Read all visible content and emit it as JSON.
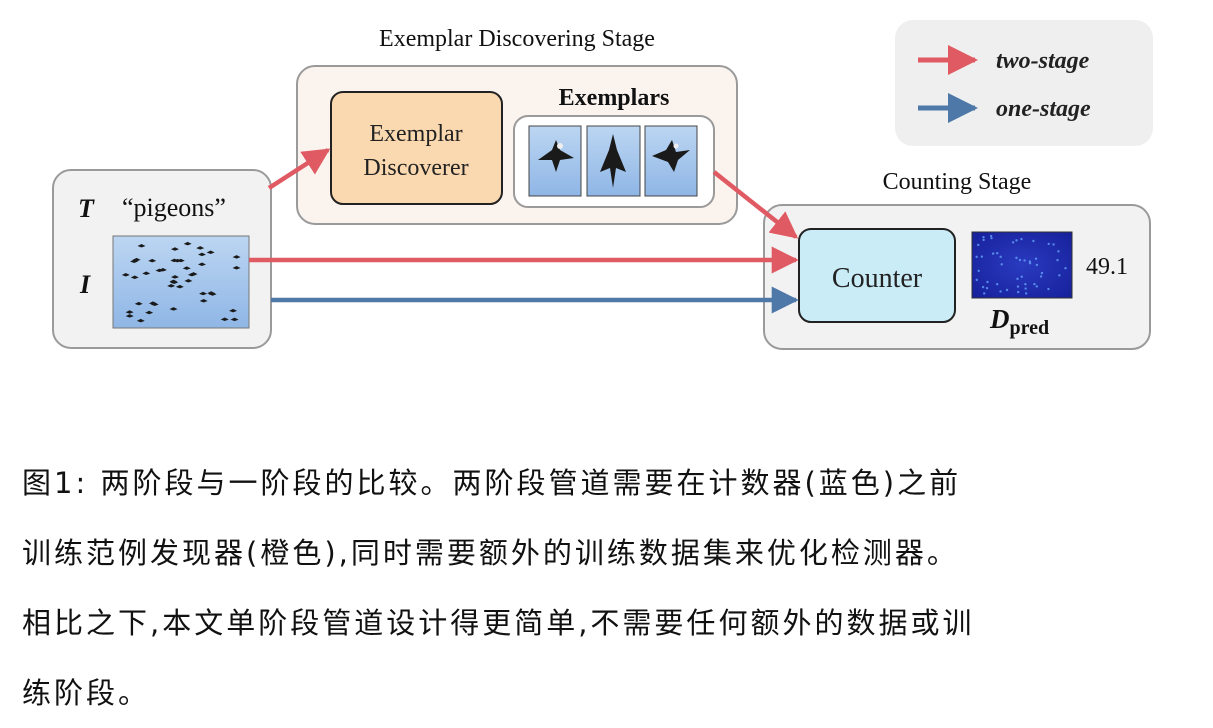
{
  "figure": {
    "legend": {
      "two_stage": "two-stage",
      "one_stage": "one-stage"
    },
    "input_box": {
      "t_label": "T",
      "text_prompt": "“pigeons”",
      "i_label": "I"
    },
    "exemplar_stage": {
      "title": "Exemplar Discovering Stage",
      "discoverer_line1": "Exemplar",
      "discoverer_line2": "Discoverer",
      "exemplars_label": "Exemplars"
    },
    "counting_stage": {
      "title": "Counting Stage",
      "counter_label": "Counter",
      "count_value": "49.1",
      "dpred_main": "D",
      "dpred_sub": "pred"
    },
    "colors": {
      "two_stage_arrow": "#e05a63",
      "one_stage_arrow": "#4e78a8",
      "discoverer_fill": "#fbd9b0",
      "counter_fill": "#c9ecf7",
      "density_fill": "#1c2aa8"
    }
  },
  "caption": {
    "line1": "图1: 两阶段与一阶段的比较。两阶段管道需要在计数器(蓝色)之前",
    "line2": "训练范例发现器(橙色),同时需要额外的训练数据集来优化检测器。",
    "line3": "相比之下,本文单阶段管道设计得更简单,不需要任何额外的数据或训",
    "line4": "练阶段。"
  }
}
